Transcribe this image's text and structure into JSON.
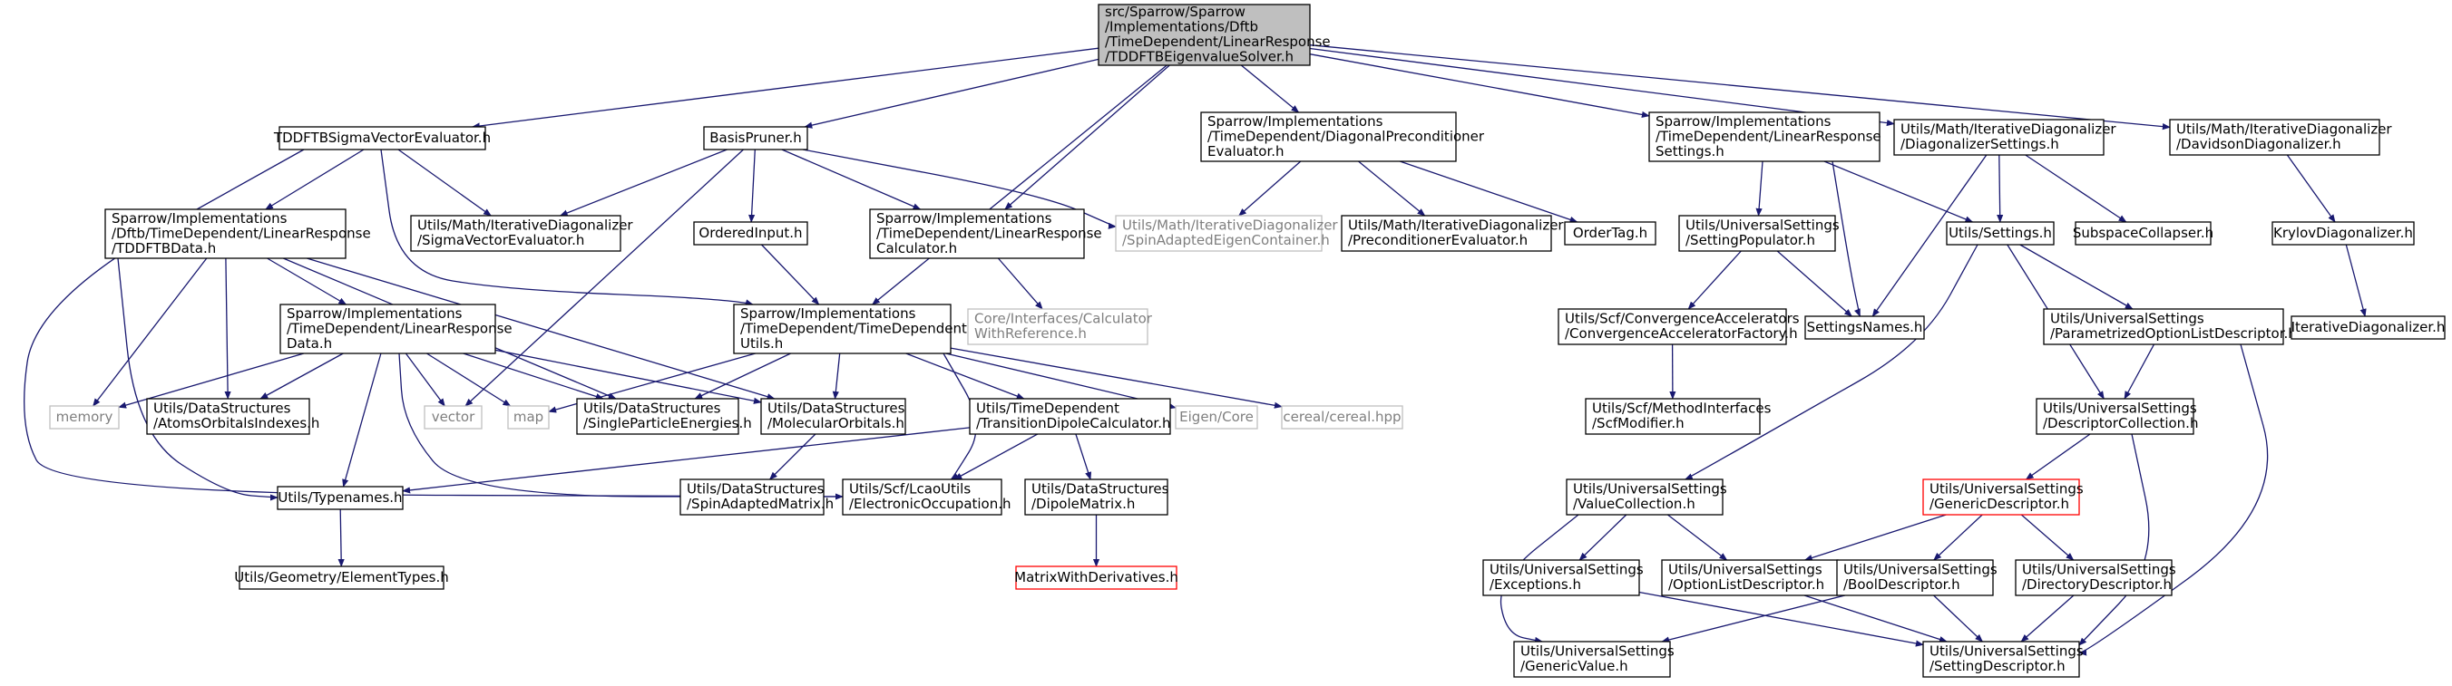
{
  "nodes": [
    {
      "id": "root",
      "kind": "root",
      "lines": [
        "src/Sparrow/Sparrow",
        "/Implementations/Dftb",
        "/TimeDependent/LinearResponse",
        "/TDDFTBEigenvalueSolver.h"
      ]
    },
    {
      "id": "sigma_eval",
      "kind": "normal",
      "lines": [
        "TDDFTBSigmaVectorEvaluator.h"
      ]
    },
    {
      "id": "basis_pruner",
      "kind": "normal",
      "lines": [
        "BasisPruner.h"
      ]
    },
    {
      "id": "diag_precond",
      "kind": "normal",
      "lines": [
        "Sparrow/Implementations",
        "/TimeDependent/DiagonalPreconditioner",
        "Evaluator.h"
      ]
    },
    {
      "id": "lr_settings",
      "kind": "normal",
      "lines": [
        "Sparrow/Implementations",
        "/TimeDependent/LinearResponse",
        "Settings.h"
      ]
    },
    {
      "id": "diagonalizer_settings",
      "kind": "normal",
      "lines": [
        "Utils/Math/IterativeDiagonalizer",
        "/DiagonalizerSettings.h"
      ]
    },
    {
      "id": "davidson",
      "kind": "normal",
      "lines": [
        "Utils/Math/IterativeDiagonalizer",
        "/DavidsonDiagonalizer.h"
      ]
    },
    {
      "id": "tddftb_data",
      "kind": "normal",
      "lines": [
        "Sparrow/Implementations",
        "/Dftb/TimeDependent/LinearResponse",
        "/TDDFTBData.h"
      ]
    },
    {
      "id": "sigma_vec_eval",
      "kind": "normal",
      "lines": [
        "Utils/Math/IterativeDiagonalizer",
        "/SigmaVectorEvaluator.h"
      ]
    },
    {
      "id": "ordered_input",
      "kind": "normal",
      "lines": [
        "OrderedInput.h"
      ]
    },
    {
      "id": "lr_calculator",
      "kind": "normal",
      "lines": [
        "Sparrow/Implementations",
        "/TimeDependent/LinearResponse",
        "Calculator.h"
      ]
    },
    {
      "id": "spin_eigen",
      "kind": "external",
      "lines": [
        "Utils/Math/IterativeDiagonalizer",
        "/SpinAdaptedEigenContainer.h"
      ]
    },
    {
      "id": "precond_eval",
      "kind": "normal",
      "lines": [
        "Utils/Math/IterativeDiagonalizer",
        "/PreconditionerEvaluator.h"
      ]
    },
    {
      "id": "order_tag",
      "kind": "normal",
      "lines": [
        "OrderTag.h"
      ]
    },
    {
      "id": "setting_populator",
      "kind": "normal",
      "lines": [
        "Utils/UniversalSettings",
        "/SettingPopulator.h"
      ]
    },
    {
      "id": "utils_settings",
      "kind": "normal",
      "lines": [
        "Utils/Settings.h"
      ]
    },
    {
      "id": "subspace",
      "kind": "normal",
      "lines": [
        "SubspaceCollapser.h"
      ]
    },
    {
      "id": "krylov",
      "kind": "normal",
      "lines": [
        "KrylovDiagonalizer.h"
      ]
    },
    {
      "id": "lr_data",
      "kind": "normal",
      "lines": [
        "Sparrow/Implementations",
        "/TimeDependent/LinearResponse",
        "Data.h"
      ]
    },
    {
      "id": "td_utils",
      "kind": "normal",
      "lines": [
        "Sparrow/Implementations",
        "/TimeDependent/TimeDependent",
        "Utils.h"
      ]
    },
    {
      "id": "calc_with_ref",
      "kind": "external",
      "lines": [
        "Core/Interfaces/Calculator",
        "WithReference.h"
      ]
    },
    {
      "id": "conv_acc",
      "kind": "normal",
      "lines": [
        "Utils/Scf/ConvergenceAccelerators",
        "/ConvergenceAcceleratorFactory.h"
      ]
    },
    {
      "id": "settings_names",
      "kind": "normal",
      "lines": [
        "SettingsNames.h"
      ]
    },
    {
      "id": "param_option",
      "kind": "normal",
      "lines": [
        "Utils/UniversalSettings",
        "/ParametrizedOptionListDescriptor.h"
      ]
    },
    {
      "id": "iterative_diag",
      "kind": "normal",
      "lines": [
        "IterativeDiagonalizer.h"
      ]
    },
    {
      "id": "memory",
      "kind": "external",
      "lines": [
        "memory"
      ]
    },
    {
      "id": "atoms_orbitals",
      "kind": "normal",
      "lines": [
        "Utils/DataStructures",
        "/AtomsOrbitalsIndexes.h"
      ]
    },
    {
      "id": "vector",
      "kind": "external",
      "lines": [
        "vector"
      ]
    },
    {
      "id": "map",
      "kind": "external",
      "lines": [
        "map"
      ]
    },
    {
      "id": "single_particle",
      "kind": "normal",
      "lines": [
        "Utils/DataStructures",
        "/SingleParticleEnergies.h"
      ]
    },
    {
      "id": "molecular_orbitals",
      "kind": "normal",
      "lines": [
        "Utils/DataStructures",
        "/MolecularOrbitals.h"
      ]
    },
    {
      "id": "transition_dipole",
      "kind": "normal",
      "lines": [
        "Utils/TimeDependent",
        "/TransitionDipoleCalculator.h"
      ]
    },
    {
      "id": "eigen_core",
      "kind": "external",
      "lines": [
        "Eigen/Core"
      ]
    },
    {
      "id": "cereal",
      "kind": "external",
      "lines": [
        "cereal/cereal.hpp"
      ]
    },
    {
      "id": "scf_modifier",
      "kind": "normal",
      "lines": [
        "Utils/Scf/MethodInterfaces",
        "/ScfModifier.h"
      ]
    },
    {
      "id": "descriptor_collection",
      "kind": "normal",
      "lines": [
        "Utils/UniversalSettings",
        "/DescriptorCollection.h"
      ]
    },
    {
      "id": "typenames",
      "kind": "normal",
      "lines": [
        "Utils/Typenames.h"
      ]
    },
    {
      "id": "spin_adapted_matrix",
      "kind": "normal",
      "lines": [
        "Utils/DataStructures",
        "/SpinAdaptedMatrix.h"
      ]
    },
    {
      "id": "electronic_occupation",
      "kind": "normal",
      "lines": [
        "Utils/Scf/LcaoUtils",
        "/ElectronicOccupation.h"
      ]
    },
    {
      "id": "dipole_matrix",
      "kind": "normal",
      "lines": [
        "Utils/DataStructures",
        "/DipoleMatrix.h"
      ]
    },
    {
      "id": "value_collection",
      "kind": "normal",
      "lines": [
        "Utils/UniversalSettings",
        "/ValueCollection.h"
      ]
    },
    {
      "id": "generic_descriptor",
      "kind": "truncated",
      "lines": [
        "Utils/UniversalSettings",
        "/GenericDescriptor.h"
      ]
    },
    {
      "id": "element_types",
      "kind": "normal",
      "lines": [
        "Utils/Geometry/ElementTypes.h"
      ]
    },
    {
      "id": "matrix_with_deriv",
      "kind": "truncated",
      "lines": [
        "MatrixWithDerivatives.h"
      ]
    },
    {
      "id": "exceptions",
      "kind": "normal",
      "lines": [
        "Utils/UniversalSettings",
        "/Exceptions.h"
      ]
    },
    {
      "id": "option_list",
      "kind": "normal",
      "lines": [
        "Utils/UniversalSettings",
        "/OptionListDescriptor.h"
      ]
    },
    {
      "id": "bool_descriptor",
      "kind": "normal",
      "lines": [
        "Utils/UniversalSettings",
        "/BoolDescriptor.h"
      ]
    },
    {
      "id": "directory_descriptor",
      "kind": "normal",
      "lines": [
        "Utils/UniversalSettings",
        "/DirectoryDescriptor.h"
      ]
    },
    {
      "id": "generic_value",
      "kind": "normal",
      "lines": [
        "Utils/UniversalSettings",
        "/GenericValue.h"
      ]
    },
    {
      "id": "setting_descriptor",
      "kind": "normal",
      "lines": [
        "Utils/UniversalSettings",
        "/SettingDescriptor.h"
      ]
    }
  ],
  "edges": [
    [
      "root",
      "sigma_eval"
    ],
    [
      "root",
      "basis_pruner"
    ],
    [
      "root",
      "lr_calculator"
    ],
    [
      "root",
      "td_utils"
    ],
    [
      "root",
      "diag_precond"
    ],
    [
      "root",
      "lr_settings"
    ],
    [
      "root",
      "diagonalizer_settings"
    ],
    [
      "root",
      "davidson"
    ],
    [
      "sigma_eval",
      "tddftb_data"
    ],
    [
      "sigma_eval",
      "sigma_vec_eval"
    ],
    [
      "sigma_eval",
      "td_utils"
    ],
    [
      "sigma_eval",
      "electronic_occupation"
    ],
    [
      "basis_pruner",
      "sigma_vec_eval"
    ],
    [
      "basis_pruner",
      "ordered_input"
    ],
    [
      "basis_pruner",
      "lr_calculator"
    ],
    [
      "basis_pruner",
      "spin_eigen"
    ],
    [
      "basis_pruner",
      "vector"
    ],
    [
      "diag_precond",
      "spin_eigen"
    ],
    [
      "diag_precond",
      "precond_eval"
    ],
    [
      "diag_precond",
      "order_tag"
    ],
    [
      "lr_settings",
      "setting_populator"
    ],
    [
      "lr_settings",
      "utils_settings"
    ],
    [
      "lr_settings",
      "settings_names"
    ],
    [
      "diagonalizer_settings",
      "utils_settings"
    ],
    [
      "diagonalizer_settings",
      "subspace"
    ],
    [
      "diagonalizer_settings",
      "settings_names"
    ],
    [
      "davidson",
      "krylov"
    ],
    [
      "krylov",
      "iterative_diag"
    ],
    [
      "tddftb_data",
      "lr_data"
    ],
    [
      "tddftb_data",
      "memory"
    ],
    [
      "tddftb_data",
      "atoms_orbitals"
    ],
    [
      "tddftb_data",
      "single_particle"
    ],
    [
      "tddftb_data",
      "molecular_orbitals"
    ],
    [
      "tddftb_data",
      "typenames"
    ],
    [
      "ordered_input",
      "td_utils"
    ],
    [
      "lr_calculator",
      "calc_with_ref"
    ],
    [
      "setting_populator",
      "conv_acc"
    ],
    [
      "setting_populator",
      "settings_names"
    ],
    [
      "utils_settings",
      "param_option"
    ],
    [
      "utils_settings",
      "descriptor_collection"
    ],
    [
      "utils_settings",
      "value_collection"
    ],
    [
      "conv_acc",
      "scf_modifier"
    ],
    [
      "param_option",
      "descriptor_collection"
    ],
    [
      "param_option",
      "setting_descriptor"
    ],
    [
      "lr_data",
      "memory"
    ],
    [
      "lr_data",
      "atoms_orbitals"
    ],
    [
      "lr_data",
      "vector"
    ],
    [
      "lr_data",
      "map"
    ],
    [
      "lr_data",
      "single_particle"
    ],
    [
      "lr_data",
      "molecular_orbitals"
    ],
    [
      "lr_data",
      "typenames"
    ],
    [
      "lr_data",
      "electronic_occupation"
    ],
    [
      "td_utils",
      "map"
    ],
    [
      "td_utils",
      "single_particle"
    ],
    [
      "td_utils",
      "molecular_orbitals"
    ],
    [
      "td_utils",
      "transition_dipole"
    ],
    [
      "td_utils",
      "eigen_core"
    ],
    [
      "td_utils",
      "cereal"
    ],
    [
      "td_utils",
      "electronic_occupation"
    ],
    [
      "molecular_orbitals",
      "spin_adapted_matrix"
    ],
    [
      "transition_dipole",
      "typenames"
    ],
    [
      "transition_dipole",
      "electronic_occupation"
    ],
    [
      "transition_dipole",
      "dipole_matrix"
    ],
    [
      "dipole_matrix",
      "matrix_with_deriv"
    ],
    [
      "typenames",
      "element_types"
    ],
    [
      "descriptor_collection",
      "generic_descriptor"
    ],
    [
      "descriptor_collection",
      "setting_descriptor"
    ],
    [
      "value_collection",
      "exceptions"
    ],
    [
      "value_collection",
      "option_list"
    ],
    [
      "value_collection",
      "generic_value"
    ],
    [
      "generic_descriptor",
      "option_list"
    ],
    [
      "generic_descriptor",
      "bool_descriptor"
    ],
    [
      "generic_descriptor",
      "directory_descriptor"
    ],
    [
      "exceptions",
      "setting_descriptor"
    ],
    [
      "option_list",
      "setting_descriptor"
    ],
    [
      "bool_descriptor",
      "setting_descriptor"
    ],
    [
      "bool_descriptor",
      "generic_value"
    ],
    [
      "directory_descriptor",
      "setting_descriptor"
    ]
  ]
}
